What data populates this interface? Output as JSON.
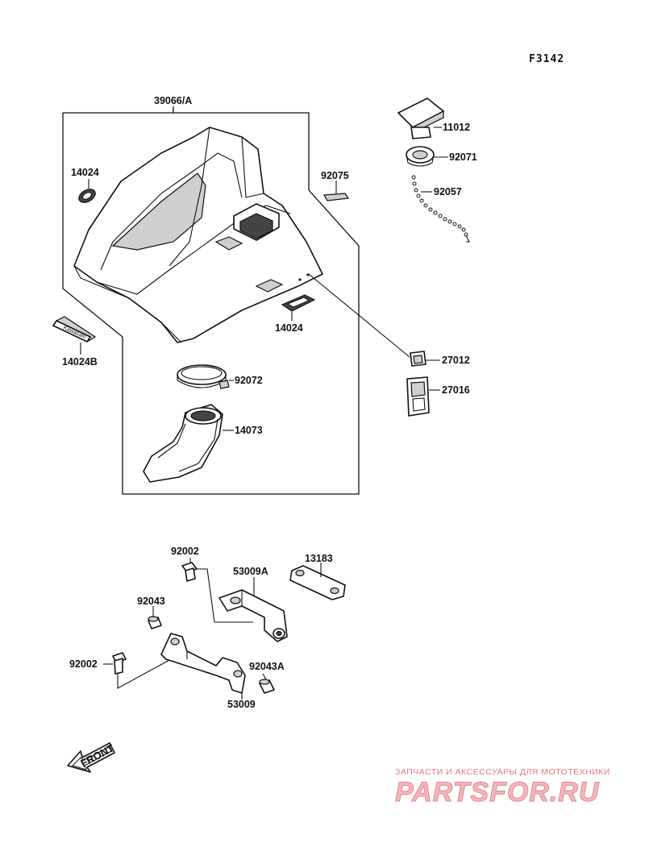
{
  "figure_code": "F3142",
  "parts": {
    "p39066A": "39066/A",
    "p14024_left": "14024",
    "p14024_right": "14024",
    "p14024B": "14024B",
    "p92075": "92075",
    "p11012": "11012",
    "p92071": "92071",
    "p92057": "92057",
    "p27012": "27012",
    "p27016": "27016",
    "p92072": "92072",
    "p14073": "14073",
    "p92002_top": "92002",
    "p53009A": "53009A",
    "p13183": "13183",
    "p92043": "92043",
    "p92002_bottom": "92002",
    "p92043A": "92043A",
    "p53009": "53009"
  },
  "emblem_text": "Kawasaki",
  "front_arrow": "FRONT",
  "watermark": {
    "line1": "ЗАПЧАСТИ И АКСЕССУАРЫ ДЛЯ МОТОТЕХНИКИ",
    "line2": "PARTSFOR.RU"
  }
}
